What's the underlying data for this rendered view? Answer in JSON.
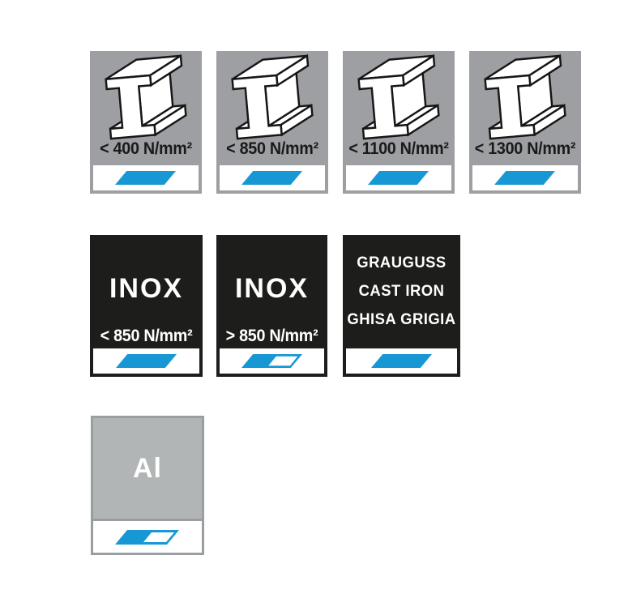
{
  "palette": {
    "steel_bg": "#9d9fa2",
    "dark_bg": "#1d1d1b",
    "alu_bg": "#b2b5b6",
    "alu_border": "#999ea1",
    "accent_blue": "#1798d4",
    "outline": "#161616",
    "steel_label": "#1a1a1a",
    "strip_bg": "#ffffff",
    "light_text": "#ffffff"
  },
  "steel_tiles": [
    {
      "label": "< 400 N/mm²",
      "icon": "i-beam-steel-profile",
      "marker": "solid-blue-parallelogram"
    },
    {
      "label": "< 850 N/mm²",
      "icon": "i-beam-steel-profile",
      "marker": "solid-blue-parallelogram"
    },
    {
      "label": "< 1100 N/mm²",
      "icon": "i-beam-steel-profile",
      "marker": "solid-blue-parallelogram"
    },
    {
      "label": "< 1300 N/mm²",
      "icon": "i-beam-steel-profile",
      "marker": "solid-blue-parallelogram"
    }
  ],
  "inox_tiles": [
    {
      "title": "INOX",
      "label": "< 850 N/mm²",
      "marker": "solid-blue-parallelogram"
    },
    {
      "title": "INOX",
      "label": "> 850 N/mm²",
      "marker": "split-blue-white-parallelogram"
    }
  ],
  "cast_iron_tile": {
    "lines": [
      "GRAUGUSS",
      "CAST IRON",
      "GHISA GRIGIA"
    ],
    "marker": "solid-blue-parallelogram"
  },
  "aluminium_tile": {
    "label": "Al",
    "marker": "split-blue-white-parallelogram"
  }
}
